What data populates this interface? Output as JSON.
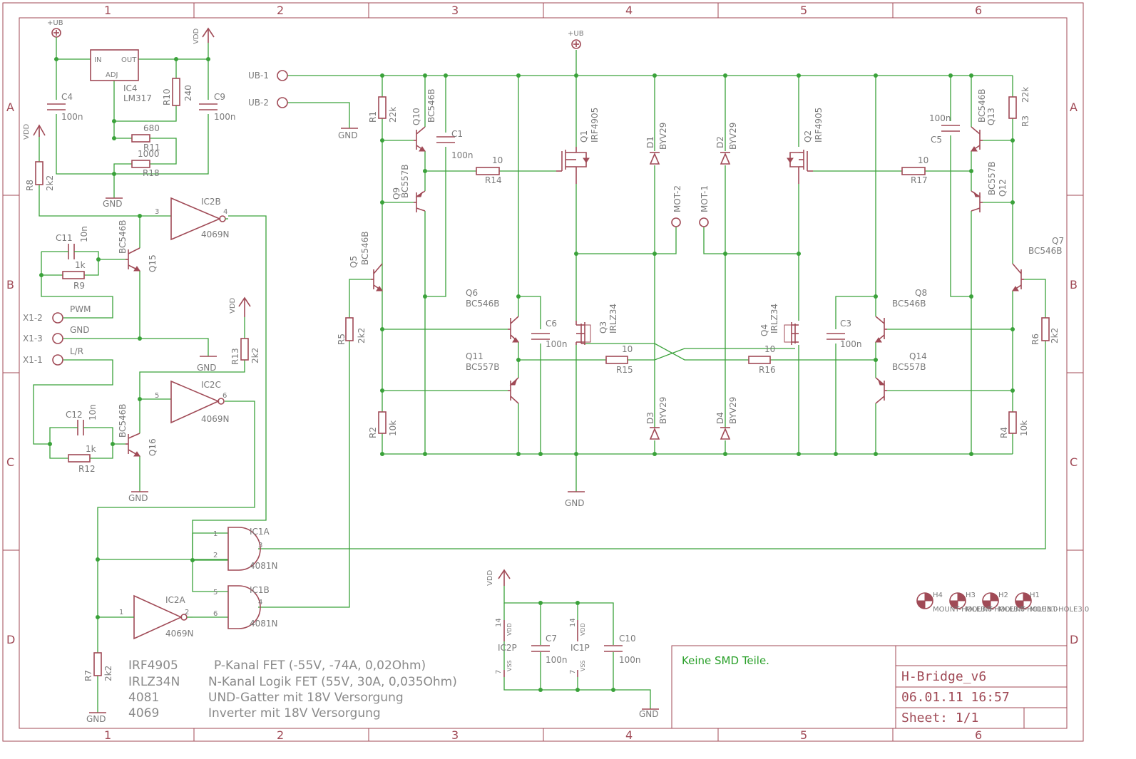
{
  "frame": {
    "columns": [
      "1",
      "2",
      "3",
      "4",
      "5",
      "6"
    ],
    "rows": [
      "A",
      "B",
      "C",
      "D"
    ]
  },
  "components": {
    "IC4": {
      "name": "IC4",
      "value": "LM317",
      "pin_in": "IN",
      "pin_out": "OUT",
      "pin_adj": "ADJ"
    },
    "C4": {
      "name": "C4",
      "value": "100n"
    },
    "C9": {
      "name": "C9",
      "value": "100n"
    },
    "R10": {
      "name": "R10",
      "value": "240"
    },
    "R11": {
      "name": "R11",
      "value": "680"
    },
    "R18": {
      "name": "R18",
      "value": "1000"
    },
    "R8": {
      "name": "R8",
      "value": "2k2"
    },
    "C11": {
      "name": "C11",
      "value": "10n"
    },
    "R9": {
      "name": "R9",
      "value": "1k"
    },
    "Q15": {
      "name": "Q15",
      "value": "BC546B"
    },
    "IC2B": {
      "name": "IC2B",
      "value": "4069N",
      "pin_in": "3",
      "pin_out": "4"
    },
    "R13": {
      "name": "R13",
      "value": "2k2"
    },
    "IC2C": {
      "name": "IC2C",
      "value": "4069N",
      "pin_in": "5",
      "pin_out": "6"
    },
    "C12": {
      "name": "C12",
      "value": "10n"
    },
    "R12": {
      "name": "R12",
      "value": "1k"
    },
    "Q16": {
      "name": "Q16",
      "value": "BC546B"
    },
    "IC1A": {
      "name": "IC1A",
      "value": "4081N",
      "pin_a": "1",
      "pin_b": "2",
      "pin_out": "3"
    },
    "IC1B": {
      "name": "IC1B",
      "value": "4081N",
      "pin_a": "5",
      "pin_b": "6",
      "pin_out": "4"
    },
    "IC2A": {
      "name": "IC2A",
      "value": "4069N",
      "pin_in": "1",
      "pin_out": "2"
    },
    "R7": {
      "name": "R7",
      "value": "2k2"
    },
    "R1": {
      "name": "R1",
      "value": "22k"
    },
    "Q10": {
      "name": "Q10",
      "value": "BC546B"
    },
    "C1": {
      "name": "C1",
      "value": "100n"
    },
    "Q9": {
      "name": "Q9",
      "value": "BC557B"
    },
    "R14": {
      "name": "R14",
      "value": "10"
    },
    "Q1": {
      "name": "Q1",
      "value": "IRF4905"
    },
    "D1": {
      "name": "D1",
      "value": "BYV29"
    },
    "D2": {
      "name": "D2",
      "value": "BYV29"
    },
    "Q2": {
      "name": "Q2",
      "value": "IRF4905"
    },
    "R17": {
      "name": "R17",
      "value": "10"
    },
    "C5": {
      "name": "C5",
      "value": "100n"
    },
    "Q13": {
      "name": "Q13",
      "value": "BC546B"
    },
    "R3": {
      "name": "R3",
      "value": "22k"
    },
    "Q12": {
      "name": "Q12",
      "value": "BC557B"
    },
    "Q5": {
      "name": "Q5",
      "value": "BC546B"
    },
    "R5": {
      "name": "R5",
      "value": "2k2"
    },
    "Q6": {
      "name": "Q6",
      "value": "BC546B"
    },
    "C6": {
      "name": "C6",
      "value": "100n"
    },
    "Q3": {
      "name": "Q3",
      "value": "IRLZ34"
    },
    "Q4": {
      "name": "Q4",
      "value": "IRLZ34"
    },
    "C3": {
      "name": "C3",
      "value": "100n"
    },
    "Q8": {
      "name": "Q8",
      "value": "BC546B"
    },
    "Q7": {
      "name": "Q7",
      "value": "BC546B"
    },
    "R6": {
      "name": "R6",
      "value": "2k2"
    },
    "Q11": {
      "name": "Q11",
      "value": "BC557B"
    },
    "R15": {
      "name": "R15",
      "value": "10"
    },
    "R16": {
      "name": "R16",
      "value": "10"
    },
    "Q14": {
      "name": "Q14",
      "value": "BC557B"
    },
    "R2": {
      "name": "R2",
      "value": "10k"
    },
    "D3": {
      "name": "D3",
      "value": "BYV29"
    },
    "D4": {
      "name": "D4",
      "value": "BYV29"
    },
    "R4": {
      "name": "R4",
      "value": "10k"
    },
    "C7": {
      "name": "C7",
      "value": "100n"
    },
    "C10": {
      "name": "C10",
      "value": "100n"
    },
    "IC2P": {
      "name": "IC2P",
      "vdd": "VDD",
      "vss": "VSS",
      "pin_vdd": "14",
      "pin_vss": "7"
    },
    "IC1P": {
      "name": "IC1P",
      "vdd": "VDD",
      "vss": "VSS",
      "pin_vdd": "14",
      "pin_vss": "7"
    },
    "holes": [
      {
        "name": "H4",
        "value": "MOUNT-HOLE3.0"
      },
      {
        "name": "H3",
        "value": "MOUNT-HOLE3.0"
      },
      {
        "name": "H2",
        "value": "MOUNT-HOLE3.0"
      },
      {
        "name": "H1",
        "value": "MOUNT-HOLE3.0"
      }
    ]
  },
  "nets": {
    "ub": "+UB",
    "vdd": "VDD",
    "gnd": "GND",
    "ub1": "UB-1",
    "ub2": "UB-2",
    "mot1": "MOT-1",
    "mot2": "MOT-2",
    "x1_1": "X1-1",
    "x1_2": "X1-2",
    "x1_3": "X1-3",
    "pwm": "PWM",
    "lr": "L/R"
  },
  "notes": [
    {
      "part": "IRF4905",
      "desc": "P-Kanal FET (-55V, -74A, 0,02Ohm)"
    },
    {
      "part": "IRLZ34N",
      "desc": "N-Kanal Logik FET (55V, 30A, 0,035Ohm)"
    },
    {
      "part": "4081",
      "desc": "UND-Gatter mit 18V Versorgung"
    },
    {
      "part": "4069",
      "desc": "Inverter mit 18V Versorgung"
    }
  ],
  "titleblock": {
    "remark": "Keine SMD Teile.",
    "name": "H-Bridge_v6",
    "date": "06.01.11 16:57",
    "sheet": "Sheet: 1/1"
  }
}
